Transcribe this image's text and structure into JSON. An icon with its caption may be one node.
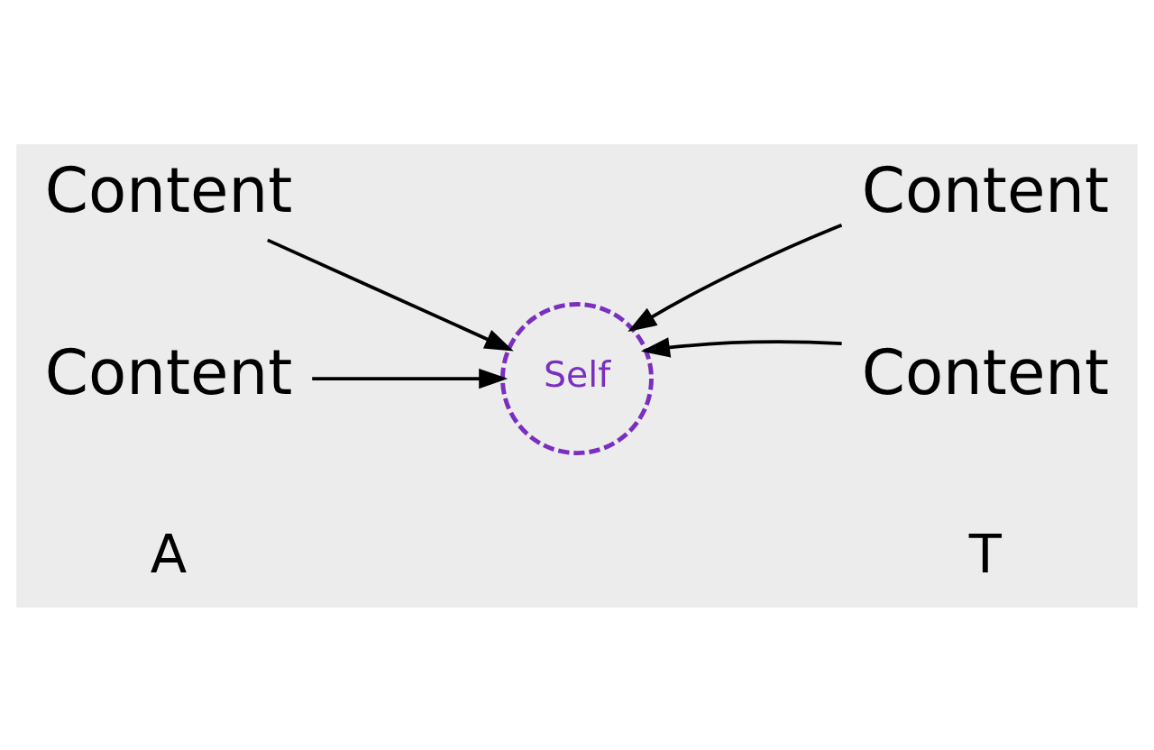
{
  "diagram": {
    "nodes": [
      {
        "text": [
          "Content"
        ]
      },
      {
        "text": [
          "Content"
        ]
      },
      {
        "text": [
          "Content"
        ]
      },
      {
        "text": [
          "Content"
        ]
      },
      {
        "text": [
          "Self"
        ]
      }
    ],
    "edges": [
      {
        "from": 0,
        "to": 4,
        "arrow": "to"
      },
      {
        "from": 1,
        "to": 4,
        "arrow": "to"
      },
      {
        "from": 2,
        "to": 4,
        "arrow": "to"
      },
      {
        "from": 3,
        "to": 4,
        "arrow": "to"
      }
    ],
    "labels": [
      "A",
      "T"
    ]
  }
}
